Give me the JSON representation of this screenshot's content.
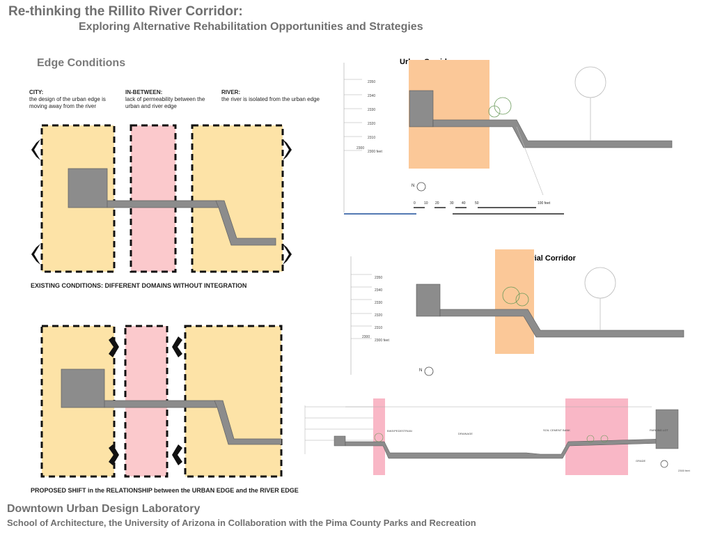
{
  "header": {
    "title": "Re-thinking the Rillito River Corridor:",
    "subtitle": "Exploring Alternative Rehabilitation Opportunities and Strategies"
  },
  "edge_conditions": {
    "heading": "Edge Conditions",
    "city_title": "CITY:",
    "city_text": "the design of the urban edge is moving away from the river",
    "between_title": "IN-BETWEEN:",
    "between_text": "lack of permeability between the urban and river edge",
    "river_title": "RIVER:",
    "river_text": "the river is isolated from the urban edge",
    "existing_caption": "EXISTING CONDITIONS: DIFFERENT DOMAINS WITHOUT INTEGRATION",
    "proposed_caption": "PROPOSED SHIFT in the RELATIONSHIP between the URBAN EDGE and the RIVER EDGE"
  },
  "sections": {
    "urban_title": "Urban Corridor",
    "fluvial_title": "Fluvial Corridor",
    "urban_elev": [
      "2350",
      "2340",
      "2330",
      "2320",
      "2310",
      "2300 feet"
    ],
    "urban_elev_left": "2300",
    "fluvial_elev": [
      "2350",
      "2340",
      "2330",
      "2320",
      "2310",
      "2300 feet"
    ],
    "fluvial_elev_left": "2300",
    "north": "N",
    "scale": [
      "0",
      "10",
      "20",
      "30",
      "40",
      "50",
      "100 feet"
    ],
    "bottom_labels": [
      "PARKING LOT",
      "DRAINAGE",
      "BIKE/PEDESTRIAN",
      "SOIL CEMENT BANK",
      "GRADE",
      "2300 feet"
    ]
  },
  "footer": {
    "lab": "Downtown Urban Design Laboratory",
    "credit": "School of Architecture, the University of Arizona in Collaboration with the Pima County Parks and Recreation"
  },
  "colors": {
    "urban": "#fde3a7",
    "between": "#fbc9cc",
    "section_orange": "#fbc898",
    "section_pink": "#f9b7c6",
    "gray": "#8c8c8c"
  }
}
